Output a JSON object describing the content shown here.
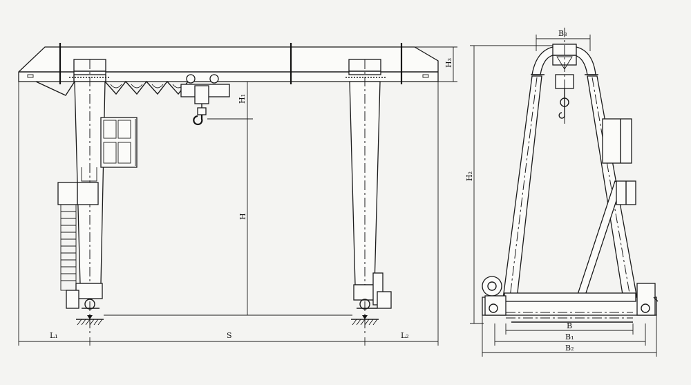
{
  "labels": {
    "L1": "L₁",
    "S": "S",
    "L2": "L₂",
    "H": "H",
    "H1": "H₁",
    "H2": "H₂",
    "H3": "H₃",
    "B": "B",
    "B1": "B₁",
    "B2": "B₂",
    "B3": "B₃"
  }
}
